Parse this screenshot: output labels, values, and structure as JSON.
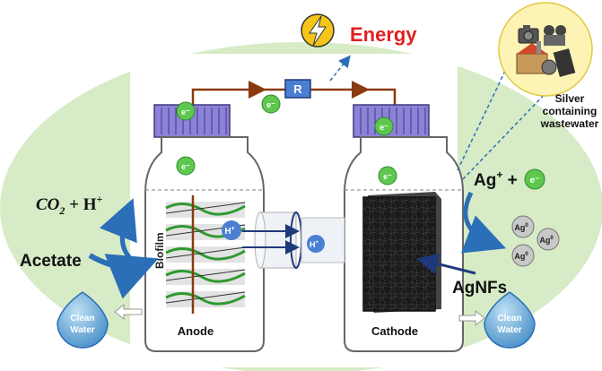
{
  "energy": {
    "label": "Energy"
  },
  "circuit": {
    "resistor": "R",
    "electron": "e⁻"
  },
  "reactions": {
    "co2": "CO",
    "co2_sub": "2",
    "co2_plus_h": " + H",
    "co2_sup": "+",
    "ag_ion": "Ag",
    "ag_sup": "+",
    "ag_plus": " + ",
    "electron": "e⁻",
    "ag0": "Ag",
    "ag0_sup": "0"
  },
  "proton": {
    "label": "H",
    "sup": "+"
  },
  "labels": {
    "acetate": "Acetate",
    "biofilm": "Biofilm",
    "anode": "Anode",
    "cathode": "Cathode",
    "agnfs": "AgNFs"
  },
  "wastewater": {
    "line1": "Silver",
    "line2": "containing",
    "line3": "wastewater"
  },
  "clean_water": {
    "line1": "Clean",
    "line2": "Water"
  },
  "colors": {
    "wire": "#8b3a0f",
    "electron": "#5ec84e",
    "proton": "#4a7fd1",
    "arrow_blue": "#2a6fb8",
    "cap": "#8c82d9",
    "energy_red": "#e02020",
    "background_green": "#d6ebc6"
  }
}
